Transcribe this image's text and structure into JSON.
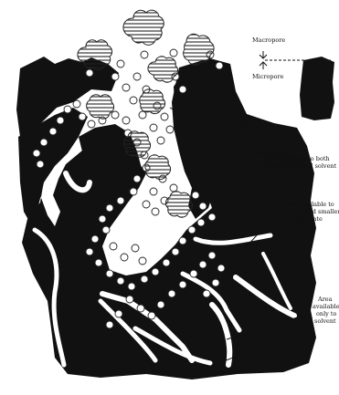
{
  "labels": {
    "macropore": "Macropore",
    "micropore": "Micropore",
    "both_line1": "Area available to both",
    "both_line2": "adsorbates and solvent",
    "smaller_line1": "Area available to",
    "smaller_line2": "solvent and smaller",
    "smaller_line3": "adsorbate",
    "only_line1": "Area",
    "only_line2": "available",
    "only_line3": "only to",
    "only_line4": "solvent"
  },
  "colors": {
    "solid": "#111111",
    "background": "#ffffff",
    "adsorbate_hatch": "#222222"
  }
}
